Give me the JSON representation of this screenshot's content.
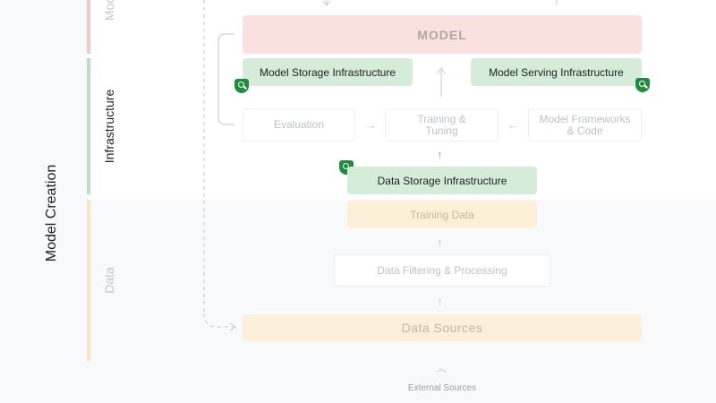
{
  "labels": {
    "model_creation": "Model Creation",
    "infrastructure": "Infrastructure",
    "data": "Data",
    "model_cut": "Model"
  },
  "boxes": {
    "model": "MODEL",
    "model_storage": "Model Storage Infrastructure",
    "model_serving": "Model Serving Infrastructure",
    "evaluation": "Evaluation",
    "training_tuning": "Training & Tuning",
    "model_frameworks": "Model Frameworks & Code",
    "data_storage": "Data Storage Infrastructure",
    "training_data": "Training Data",
    "data_filtering": "Data Filtering & Processing",
    "data_sources": "Data Sources",
    "external_sources": "External Sources"
  },
  "colors": {
    "model_band": "#fbe0e0",
    "infrastructure_band": "#d5ecd9",
    "data_band": "#fdf0d9",
    "shield_icon": "#1e8e3e"
  },
  "icons": {
    "risk_marker": "shield-search-icon"
  }
}
